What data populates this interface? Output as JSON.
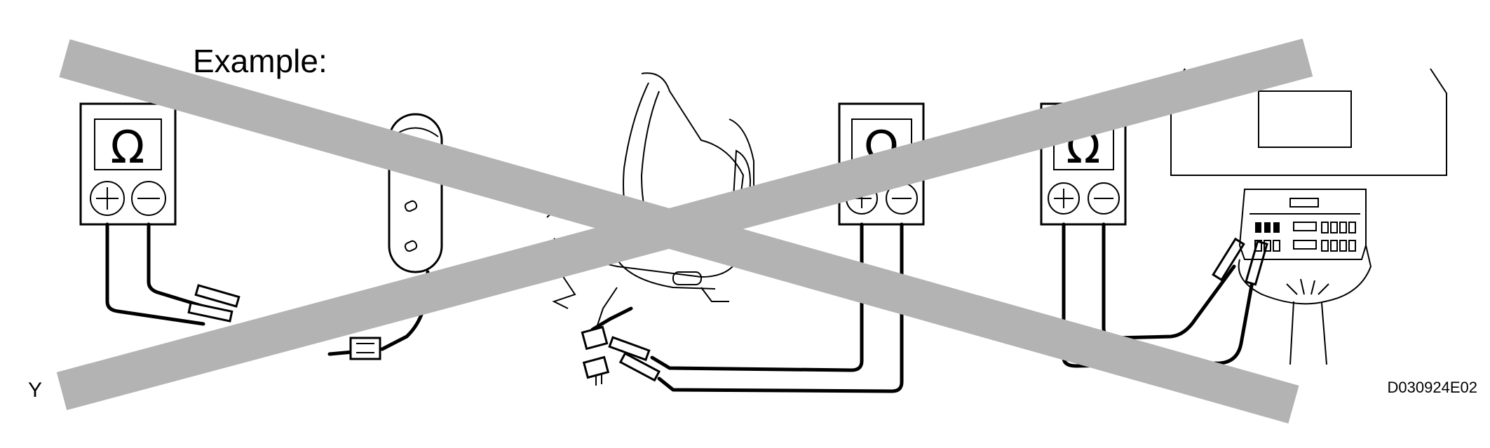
{
  "labels": {
    "example": "Example:",
    "corner_letter": "Y",
    "figure_code": "D030924E02"
  },
  "meter": {
    "symbol": "Ω",
    "plus_icon": "plus-terminal-icon",
    "minus_icon": "minus-terminal-icon"
  },
  "colors": {
    "cross": "#b3b3b3",
    "ink": "#000000",
    "background": "#ffffff"
  }
}
